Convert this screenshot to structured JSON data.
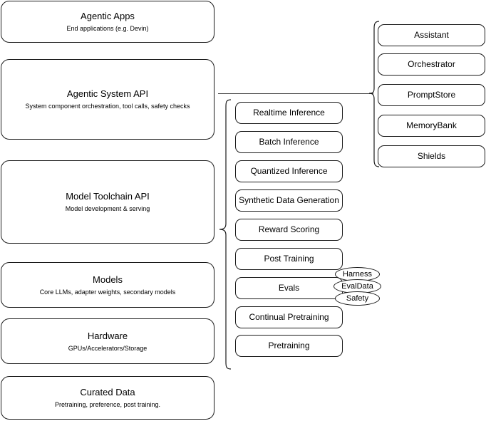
{
  "diagram": {
    "title": "LLM Stack Architecture Diagram",
    "stroke_color": "#1a1a1a",
    "background_color": "#ffffff"
  },
  "stack_layers": [
    {
      "name": "agentic-apps",
      "title": "Agentic Apps",
      "subtitle": "End applications (e.g. Devin)"
    },
    {
      "name": "agentic-system-api",
      "title": "Agentic System API",
      "subtitle": "System component orchestration, tool calls, safety checks"
    },
    {
      "name": "model-toolchain-api",
      "title": "Model Toolchain API",
      "subtitle": "Model development & serving"
    },
    {
      "name": "models",
      "title": "Models",
      "subtitle": "Core LLMs, adapter weights, secondary models"
    },
    {
      "name": "hardware",
      "title": "Hardware",
      "subtitle": "GPUs/Accelerators/Storage"
    },
    {
      "name": "curated-data",
      "title": "Curated Data",
      "subtitle": "Pretraining, preference, post training."
    }
  ],
  "toolchain_components": [
    {
      "name": "realtime-inference",
      "label": "Realtime Inference"
    },
    {
      "name": "batch-inference",
      "label": "Batch Inference"
    },
    {
      "name": "quantized-inference",
      "label": "Quantized Inference"
    },
    {
      "name": "synthetic-data-generation",
      "label": "Synthetic Data Generation"
    },
    {
      "name": "reward-scoring",
      "label": "Reward Scoring"
    },
    {
      "name": "post-training",
      "label": "Post Training"
    },
    {
      "name": "evals",
      "label": "Evals"
    },
    {
      "name": "continual-pretraining",
      "label": "Continual Pretraining"
    },
    {
      "name": "pretraining",
      "label": "Pretraining"
    }
  ],
  "eval_tags": [
    {
      "name": "harness",
      "label": "Harness"
    },
    {
      "name": "evaldata",
      "label": "EvalData"
    },
    {
      "name": "safety",
      "label": "Safety"
    }
  ],
  "agentic_components": [
    {
      "name": "assistant",
      "label": "Assistant"
    },
    {
      "name": "orchestrator",
      "label": "Orchestrator"
    },
    {
      "name": "promptstore",
      "label": "PromptStore"
    },
    {
      "name": "memorybank",
      "label": "MemoryBank"
    },
    {
      "name": "shields",
      "label": "Shields"
    }
  ]
}
